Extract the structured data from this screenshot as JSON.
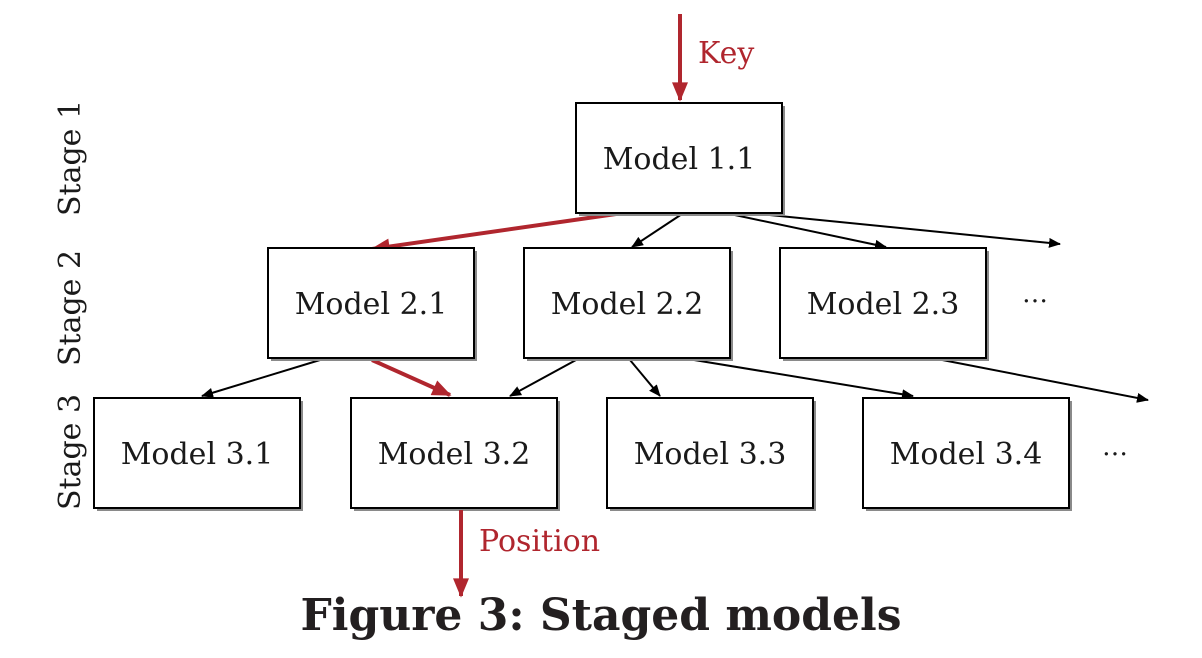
{
  "stages": [
    {
      "id": "stage-1",
      "label": "Stage 1"
    },
    {
      "id": "stage-2",
      "label": "Stage 2"
    },
    {
      "id": "stage-3",
      "label": "Stage 3"
    }
  ],
  "nodes": {
    "m11": "Model 1.1",
    "m21": "Model 2.1",
    "m22": "Model 2.2",
    "m23": "Model 2.3",
    "m31": "Model 3.1",
    "m32": "Model 3.2",
    "m33": "Model 3.3",
    "m34": "Model 3.4"
  },
  "input_label": "Key",
  "output_label": "Position",
  "ellipsis_stage2": "…",
  "ellipsis_stage3": "…",
  "caption": "Figure 3: Staged models",
  "colors": {
    "highlight": "#b0262e",
    "edge": "#000000",
    "caption": "#231f20"
  },
  "edges": [
    {
      "from": "m11",
      "to": "m21",
      "highlight": true
    },
    {
      "from": "m11",
      "to": "m22",
      "highlight": false
    },
    {
      "from": "m11",
      "to": "m23",
      "highlight": false
    },
    {
      "from": "m11",
      "to": "ellipsis_stage2",
      "highlight": false
    },
    {
      "from": "m21",
      "to": "m31",
      "highlight": false
    },
    {
      "from": "m21",
      "to": "m32",
      "highlight": true
    },
    {
      "from": "m22",
      "to": "m32",
      "highlight": false
    },
    {
      "from": "m22",
      "to": "m33",
      "highlight": false
    },
    {
      "from": "m22",
      "to": "m34",
      "highlight": false
    },
    {
      "from": "m23",
      "to": "ellipsis_stage3",
      "highlight": false
    }
  ]
}
